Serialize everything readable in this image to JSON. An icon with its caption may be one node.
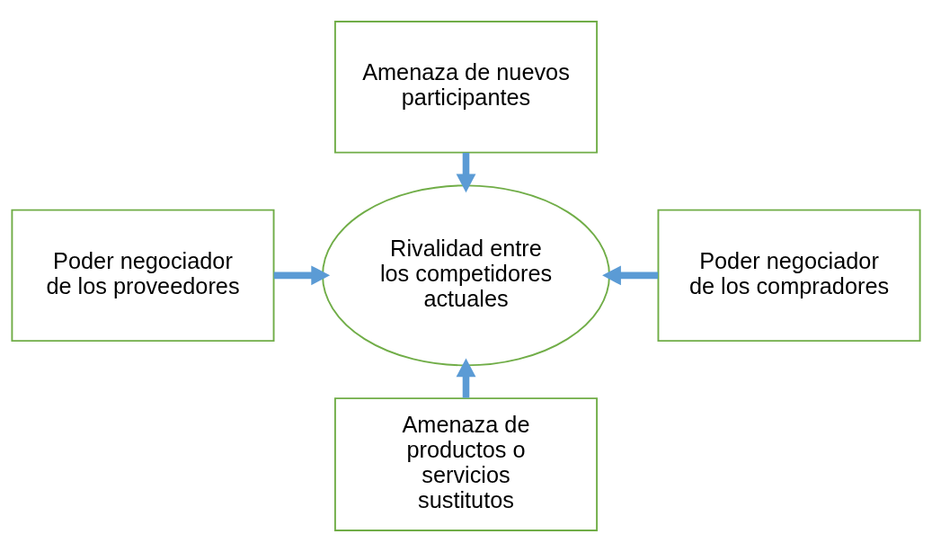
{
  "diagram": {
    "nodes": [
      {
        "text": [
          "Amenaza de nuevos participantes"
        ]
      },
      {
        "text": [
          "Poder negociador de los proveedores"
        ]
      },
      {
        "text": [
          "Rivalidad entre los competidores actuales"
        ]
      },
      {
        "text": [
          "Poder negociador de los compradores"
        ]
      },
      {
        "text": [
          "Amenaza de productos o servicios sustitutos"
        ]
      }
    ],
    "edges": [
      {
        "from": 0,
        "to": 2,
        "arrow": "to"
      },
      {
        "from": 1,
        "to": 2,
        "arrow": "to"
      },
      {
        "from": 3,
        "to": 2,
        "arrow": "to"
      },
      {
        "from": 4,
        "to": 2,
        "arrow": "to"
      }
    ]
  }
}
